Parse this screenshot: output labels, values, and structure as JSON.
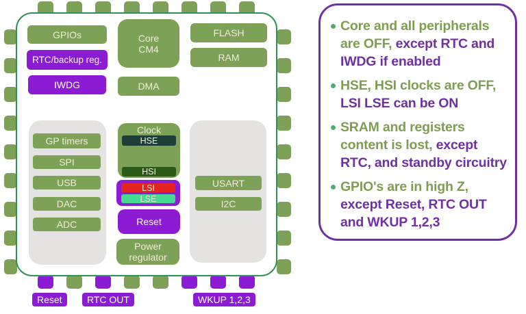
{
  "palette": {
    "block_green": "#7ca157",
    "chip_border": "#2f9155",
    "purple": "#8c1bd4",
    "hse_dark": "#1d3f37",
    "hsi_dark": "#2b5a17",
    "lsi_red": "#e52420",
    "lse_mint": "#46d992",
    "panel_gray": "#e4e3e2",
    "block_text": "#f1eddb",
    "note_green": "#7f9d52",
    "note_purple": "#7030a0"
  },
  "chip": {
    "blocks": {
      "gpios": {
        "label": "GPIOs"
      },
      "rtc_backup": {
        "label": "RTC/backup reg."
      },
      "iwdg": {
        "label": "IWDG"
      },
      "core": {
        "line1": "Core",
        "line2": "CM4"
      },
      "dma": {
        "label": "DMA"
      },
      "flash": {
        "label": "FLASH"
      },
      "ram": {
        "label": "RAM"
      },
      "gp_timers": {
        "label": "GP timers"
      },
      "spi": {
        "label": "SPI"
      },
      "usb": {
        "label": "USB"
      },
      "dac": {
        "label": "DAC"
      },
      "adc": {
        "label": "ADC"
      },
      "usart": {
        "label": "USART"
      },
      "i2c": {
        "label": "I2C"
      },
      "clock": {
        "label": "Clock"
      },
      "hse": {
        "label": "HSE"
      },
      "hsi": {
        "label": "HSI"
      },
      "lsi": {
        "label": "LSI"
      },
      "lse": {
        "label": "LSE"
      },
      "reset": {
        "label": "Reset"
      },
      "power_regulator": {
        "line1": "Power",
        "line2": "regulator"
      }
    },
    "pins": {
      "top": [
        "green",
        "green",
        "green",
        "green",
        "green",
        "green",
        "green",
        "green"
      ],
      "bottom": [
        "purple",
        "green",
        "purple",
        "green",
        "green",
        "purple",
        "purple",
        "purple"
      ],
      "left": [
        "green",
        "green",
        "green",
        "green",
        "green",
        "green",
        "green",
        "green",
        "green"
      ],
      "right": [
        "green",
        "green",
        "green",
        "green",
        "green",
        "green",
        "green",
        "green",
        "green"
      ]
    },
    "pin_labels": [
      {
        "label": "Reset"
      },
      {
        "label": "RTC OUT"
      },
      {
        "label": "WKUP 1,2,3"
      }
    ]
  },
  "notes": {
    "bullets": [
      {
        "lines": [
          [
            {
              "t": "Core and all peripherals",
              "c": "green"
            }
          ],
          [
            {
              "t": "are OFF, ",
              "c": "green"
            },
            {
              "t": "except RTC and",
              "c": "purple"
            }
          ],
          [
            {
              "t": "IWDG if enabled",
              "c": "purple"
            }
          ]
        ]
      },
      {
        "lines": [
          [
            {
              "t": "HSE, HSI clocks are OFF,",
              "c": "green"
            }
          ],
          [
            {
              "t": "LSI LSE can be ON",
              "c": "purple"
            }
          ]
        ]
      },
      {
        "lines": [
          [
            {
              "t": "SRAM and registers",
              "c": "green"
            }
          ],
          [
            {
              "t": "content is lost, ",
              "c": "green"
            },
            {
              "t": "except",
              "c": "purple"
            }
          ],
          [
            {
              "t": "RTC, and standby circuitry",
              "c": "purple"
            }
          ]
        ]
      },
      {
        "lines": [
          [
            {
              "t": "GPIO's are in high Z,",
              "c": "green"
            }
          ],
          [
            {
              "t": "except Reset, RTC OUT",
              "c": "purple"
            }
          ],
          [
            {
              "t": "and WKUP 1,2,3",
              "c": "purple"
            }
          ]
        ]
      }
    ]
  }
}
